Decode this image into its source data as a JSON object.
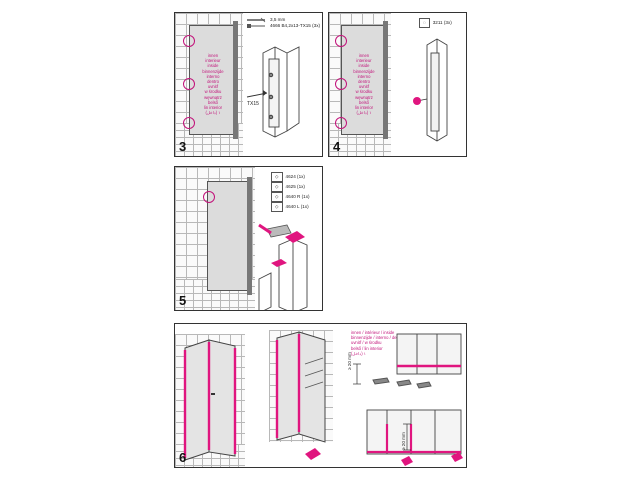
{
  "step3": {
    "number": "3",
    "legend": [
      {
        "label": "3,5 mm"
      },
      {
        "label": "4666 B4,2x13-TX15 (3x)"
      }
    ],
    "pink_text": "innen\ninterieur\ninside\nbinnenzijde\ninterno\ndentro\nuvnitř\nw środku\nwęwnątrz\nbelső\nlin interior\n(داخل) ١",
    "tool_label": "TX15"
  },
  "step4": {
    "number": "4",
    "legend": [
      {
        "label": "3211 (3x)"
      }
    ],
    "pink_text": "innen\ninterieur\ninside\nbinnenzijde\ninterno\ndentro\nuvnitř\nw środku\nwęwnątrz\nbelső\nlin interior\n(داخل) ١"
  },
  "step5": {
    "number": "5",
    "legend": [
      {
        "label": "4624 (1x)"
      },
      {
        "label": "4625 (1x)"
      },
      {
        "label": "4640 R (1x)"
      },
      {
        "label": "4640 L (1x)"
      }
    ]
  },
  "step6": {
    "number": "6",
    "pink_text": "innen / intérieur / inside\nbinnenzijde / interno / dentro\nuvnitř / w środku\nbelső / lin interior\n(داخل) ١",
    "dimension_1": "≥ 20 mm",
    "dimension_2": "≥ 20 mm"
  },
  "colors": {
    "accent": "#e0157f",
    "outline": "#333333",
    "glass": "#dcdcdc"
  }
}
